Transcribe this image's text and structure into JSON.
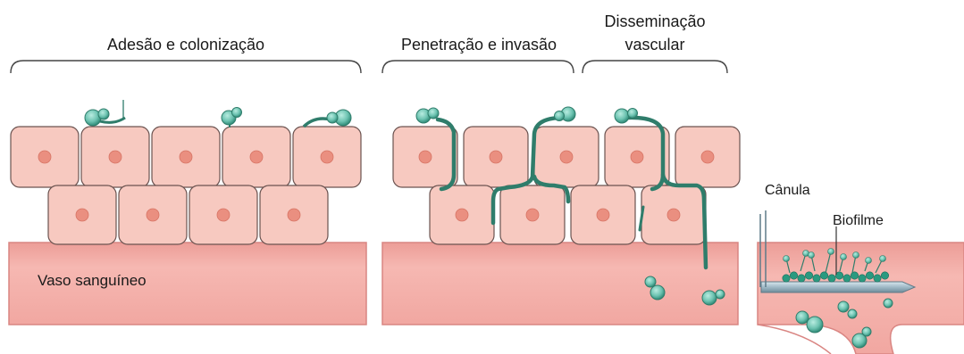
{
  "labels": {
    "stage_adhesion": "Adesão e colonização",
    "stage_invasion": "Penetração e invasão",
    "stage_dissemination_line1": "Disseminação",
    "stage_dissemination_line2": "vascular",
    "vessel": "Vaso sanguíneo",
    "cannula": "Cânula",
    "biofilm": "Biofilme"
  },
  "colors": {
    "cell_fill": "#f7c9c0",
    "cell_stroke": "#6b5350",
    "nucleus": "#ea8f80",
    "vessel_fill": "#f2a6a0",
    "vessel_stroke": "#d98582",
    "hypha": "#2f7d6b",
    "fungus": "#6dc3b1",
    "biofilm": "#2a9a80",
    "cannula": "#a7c3cf"
  }
}
